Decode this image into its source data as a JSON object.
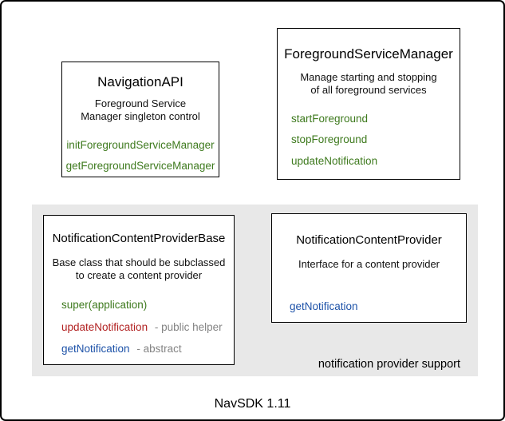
{
  "colors": {
    "method-green": "#3E7A1E",
    "method-red": "#B22222",
    "method-blue": "#1D52A8",
    "suffix-gray": "#848484",
    "group-bg": "#E8E8E8"
  },
  "caption": "NavSDK 1.11",
  "group": {
    "label": "notification provider support"
  },
  "boxes": {
    "navigation_api": {
      "title": "NavigationAPI",
      "description": {
        "line1": "Foreground Service",
        "line2": "Manager singleton control"
      },
      "methods": {
        "init": "initForegroundServiceManager",
        "get": "getForegroundServiceManager"
      }
    },
    "foreground_service_manager": {
      "title": "ForegroundServiceManager",
      "description": {
        "line1": "Manage starting and stopping",
        "line2": "of all foreground services"
      },
      "methods": {
        "start": "startForeground",
        "stop": "stopForeground",
        "update": "updateNotification"
      }
    },
    "notification_content_provider_base": {
      "title": "NotificationContentProviderBase",
      "description": {
        "line1": "Base class that should be subclassed",
        "line2": "to create a content provider"
      },
      "methods": {
        "super": {
          "name": "super(application)"
        },
        "update": {
          "name": "updateNotification",
          "suffix": "- public helper"
        },
        "get": {
          "name": "getNotification",
          "suffix": "- abstract"
        }
      }
    },
    "notification_content_provider": {
      "title": "NotificationContentProvider",
      "description": {
        "line1": "Interface for a content provider"
      },
      "methods": {
        "get": "getNotification"
      }
    }
  }
}
